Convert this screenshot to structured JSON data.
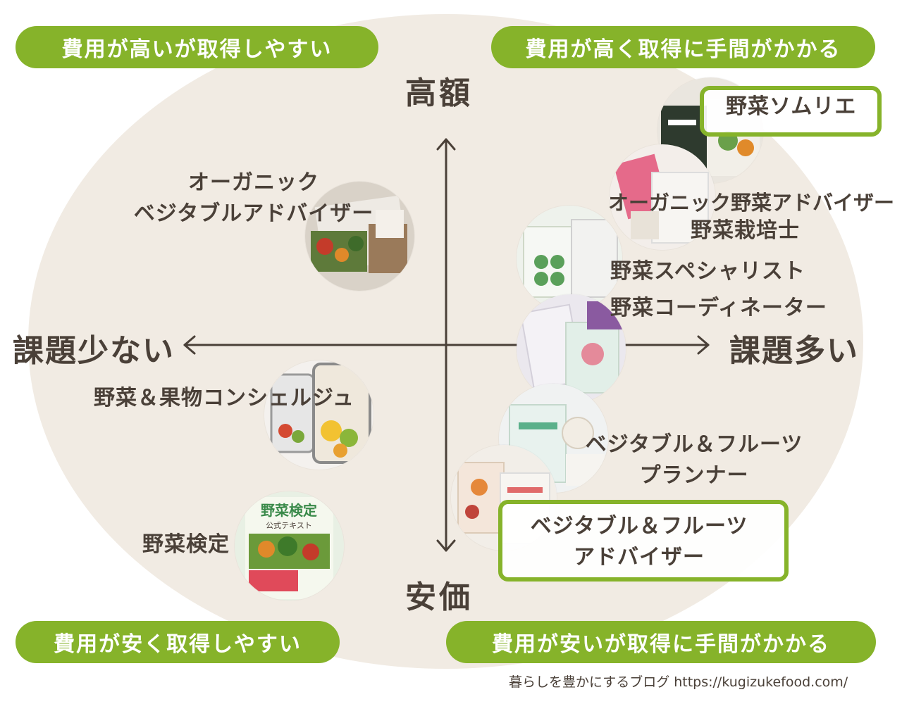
{
  "quadrants": {
    "top_left": "費用が高いが取得しやすい",
    "top_right": "費用が高く取得に手間がかかる",
    "bottom_left": "費用が安く取得しやすい",
    "bottom_right": "費用が安いが取得に手間がかかる"
  },
  "axes": {
    "top": "高額",
    "bottom": "安価",
    "left": "課題少ない",
    "right": "課題多い"
  },
  "items": {
    "organic_vegetable_advisor_line1": "オーガニック",
    "organic_vegetable_advisor_line2": "ベジタブルアドバイザー",
    "vegetable_fruit_concierge": "野菜＆果物コンシェルジュ",
    "vegetable_kentei": "野菜検定",
    "vegetable_sommelier": "野菜ソムリエ",
    "organic_veg_adviser": "オーガニック野菜アドバイザー",
    "vegetable_cultivator": "野菜栽培士",
    "vegetable_specialist": "野菜スペシャリスト",
    "vegetable_coordinator": "野菜コーディネーター",
    "vf_planner_line1": "ベジタブル＆フルーツ",
    "vf_planner_line2": "プランナー",
    "vf_advisor_line1": "ベジタブル＆フルーツ",
    "vf_advisor_line2": "アドバイザー"
  },
  "book_cover": {
    "title": "野菜検定",
    "subtitle": "公式テキスト"
  },
  "credit": "暮らしを豊かにするブログ https://kugizukefood.com/",
  "colors": {
    "accent_green": "#86b32a",
    "background_beige": "#f1ebe3",
    "text_brown": "#4a4038"
  }
}
